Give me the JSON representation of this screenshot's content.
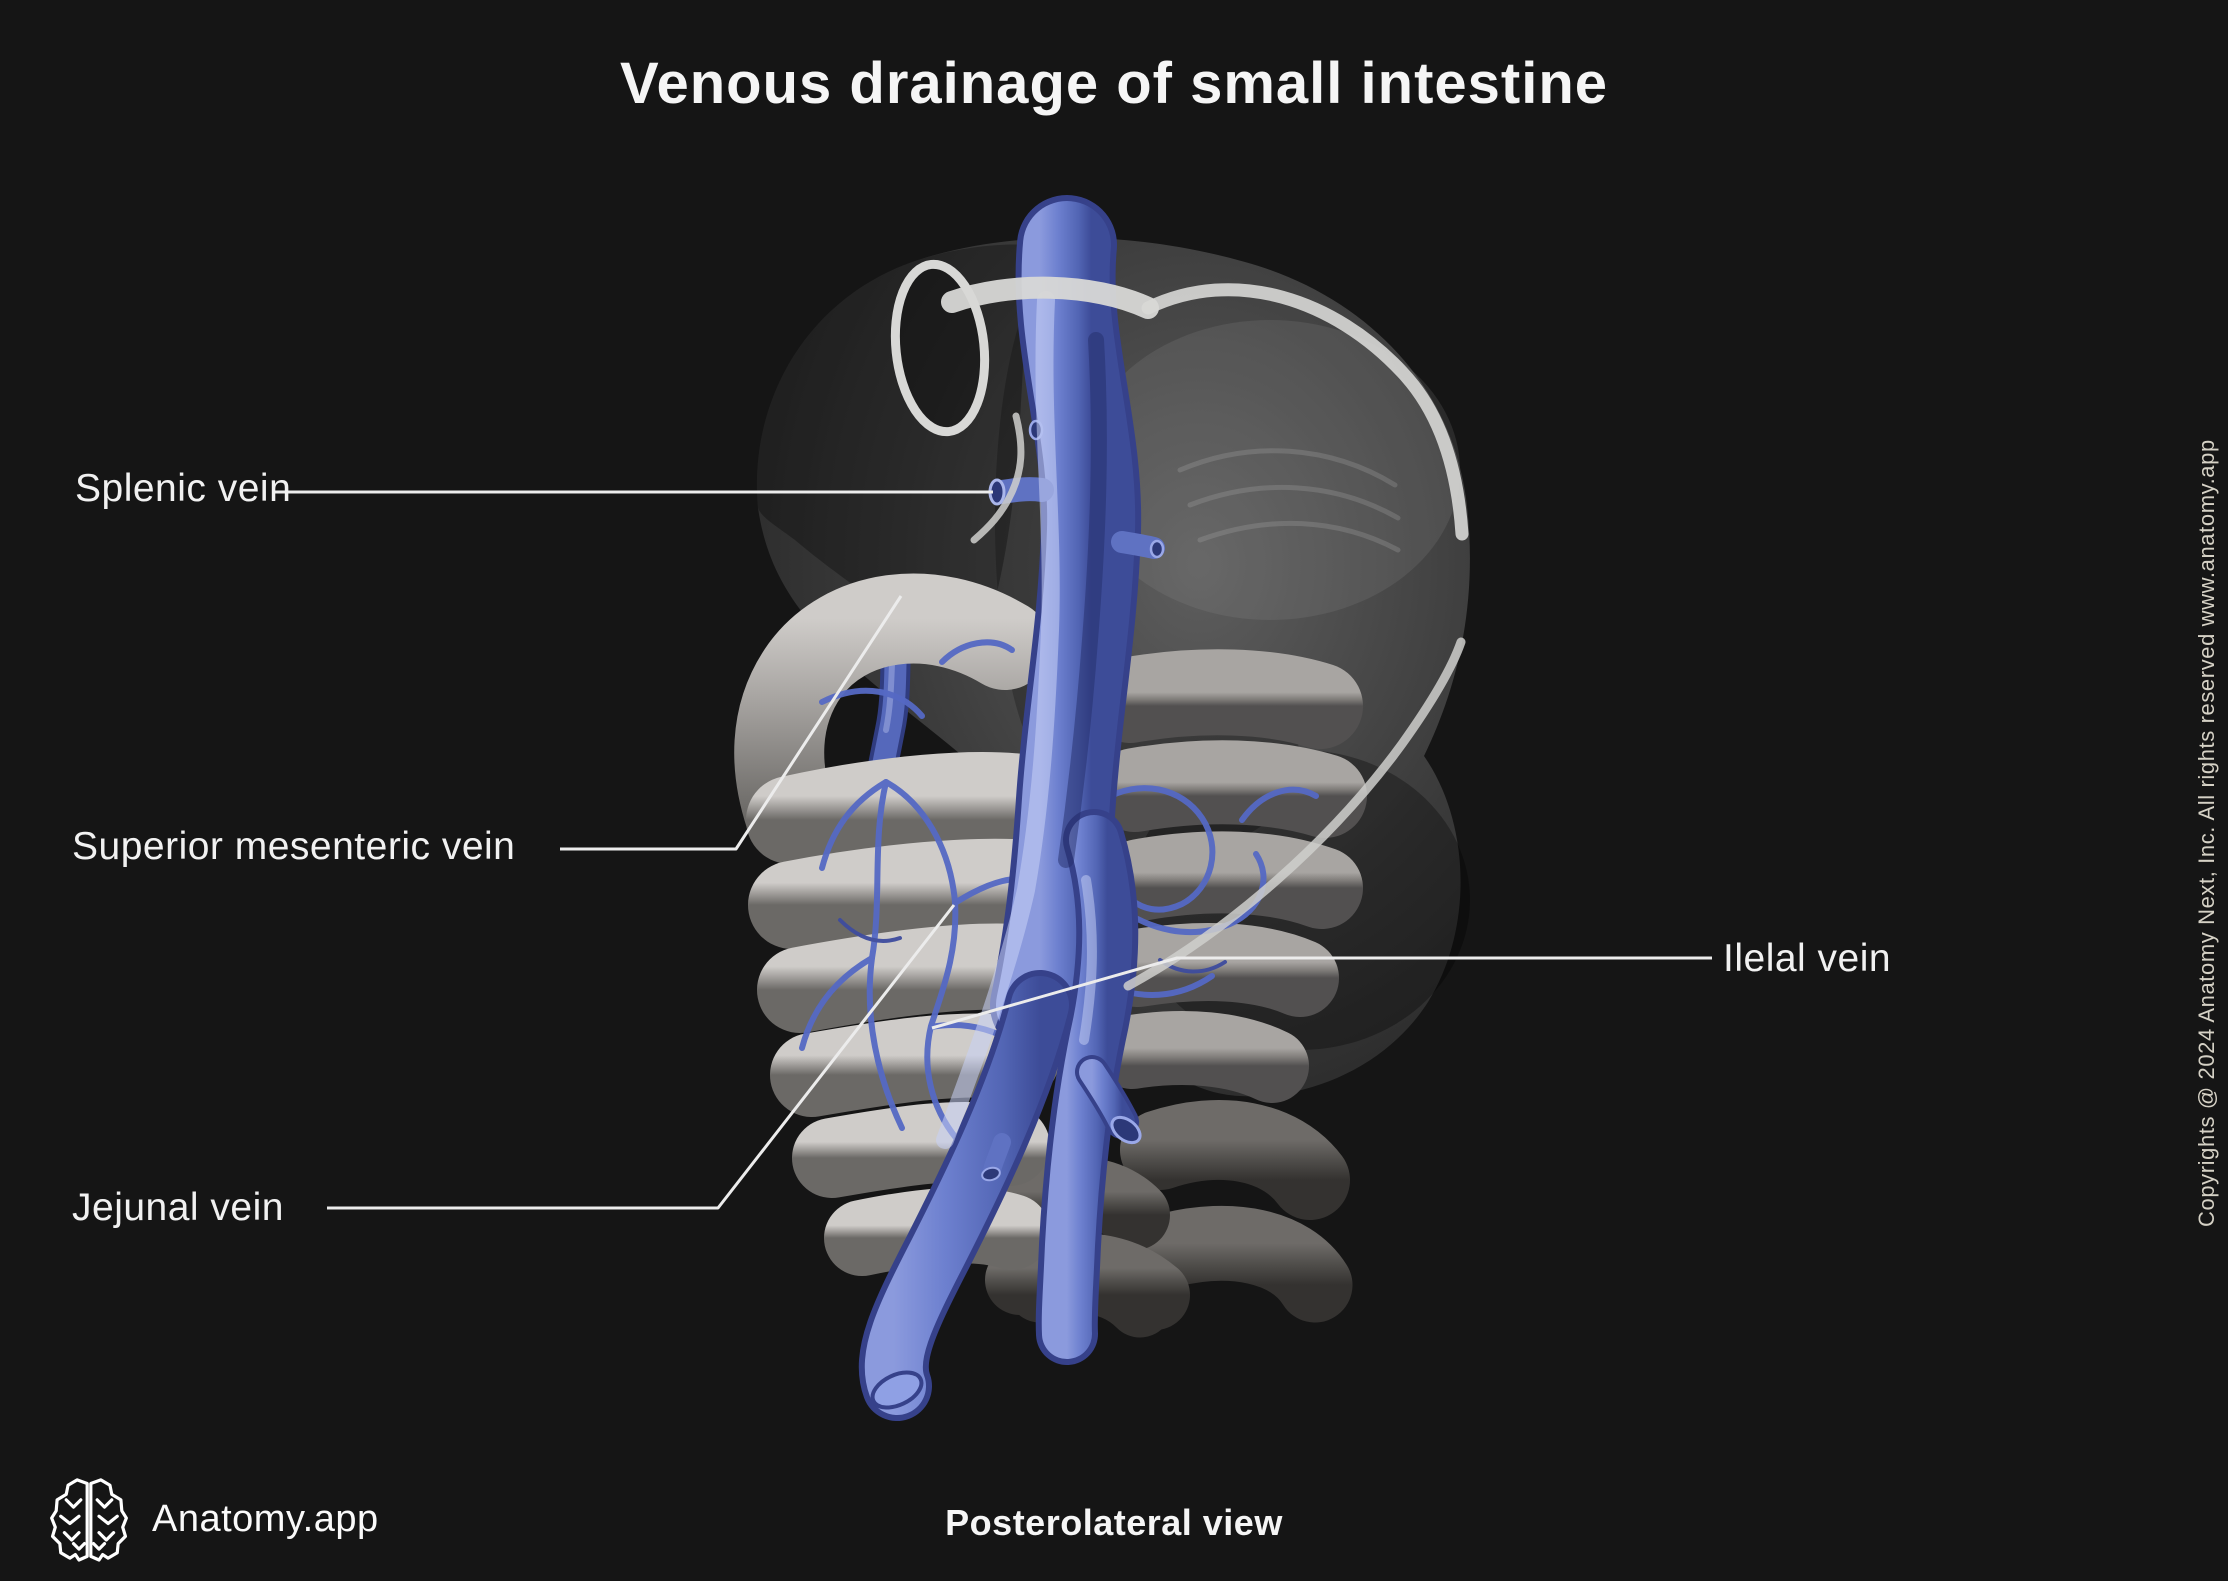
{
  "title": {
    "text": "Venous drainage of small intestine"
  },
  "labels": {
    "splenic": {
      "text": "Splenic vein"
    },
    "superior_mesenteric": {
      "text": "Superior mesenteric vein"
    },
    "jejunal": {
      "text": "Jejunal vein"
    },
    "ileal": {
      "text": "Ilelal vein"
    }
  },
  "footer": {
    "brand": "Anatomy.app",
    "view": "Posterolateral view"
  },
  "copyright": "Copyrights @ 2024 Anatomy Next, Inc. All rights reserved www.anatomy.app",
  "icons": {
    "logo": "brain-icon"
  },
  "colors": {
    "background": "#151515",
    "vein_blue": "#6d80cf",
    "vein_shadow": "#36418a",
    "vein_highlight": "#aab7ec",
    "liver_gray": "#3f3f3f",
    "intestine_gray": "#a3a09d",
    "ligament_white": "#d8d8d6",
    "leader_line": "#ececec",
    "text": "#f2f2f2",
    "copyright_text": "#d5d1c5"
  }
}
